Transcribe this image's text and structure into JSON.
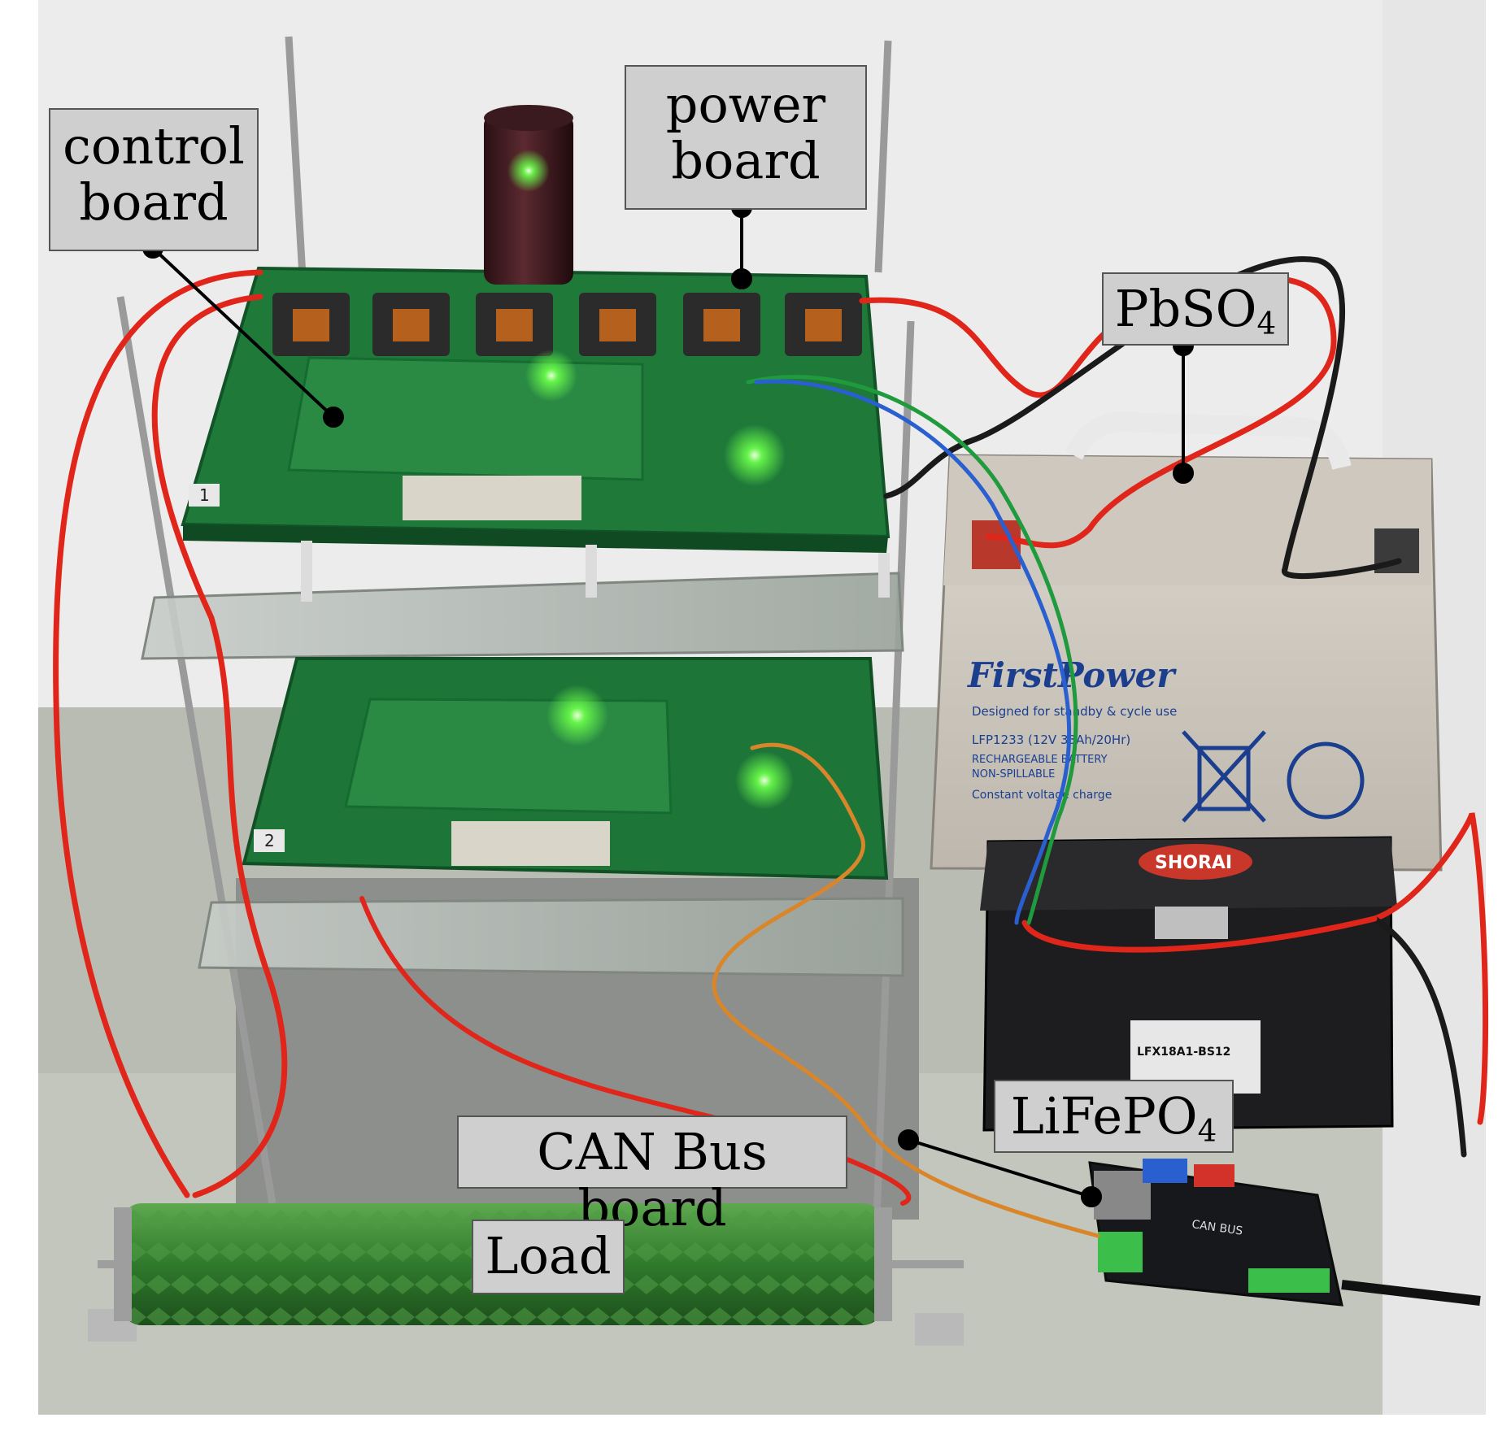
{
  "photo": {
    "subject": "Laboratory test bench: stacked converter boards, lead-acid and LiFePO4 batteries, CAN bus board and resistive load",
    "labels": {
      "control_board": {
        "line1": "control",
        "line2": "board"
      },
      "power_board": {
        "line1": "power",
        "line2": "board"
      },
      "pbso4": {
        "text": "PbSO",
        "sub": "4"
      },
      "lifepo4": {
        "text": "LiFePO",
        "sub": "4"
      },
      "can_bus_board": {
        "text": "CAN Bus board"
      },
      "load": {
        "text": "Load"
      }
    },
    "printed": {
      "board_number_top": "1",
      "board_number_bottom": "2",
      "battery_brand": "FirstPower",
      "battery_tagline": "Designed for standby & cycle use",
      "battery_model": "LFP1233 (12V 33Ah/20Hr)",
      "battery_desc1": "RECHARGEABLE BATTERY",
      "battery_desc2": "NON-SPILLABLE",
      "battery_charge": "Constant voltage charge",
      "lfp_brand": "SHORAI",
      "lfp_model": "LFX18A1-BS12",
      "can_text": "CAN BUS"
    }
  },
  "colors": {
    "background": "#ffffff",
    "wall": "#ececec",
    "table": "#b9bcb2",
    "pcb_green": "#1f7a3a",
    "led_green": "#6bff4a",
    "wire_red": "#e0261b",
    "battery_grey": "#d2cdc4",
    "lfp_black": "#1d1d1f",
    "resistor_green": "#3f8a3a",
    "label_fill": "#cfcfcf",
    "brand_blue": "#1b3e8f"
  }
}
